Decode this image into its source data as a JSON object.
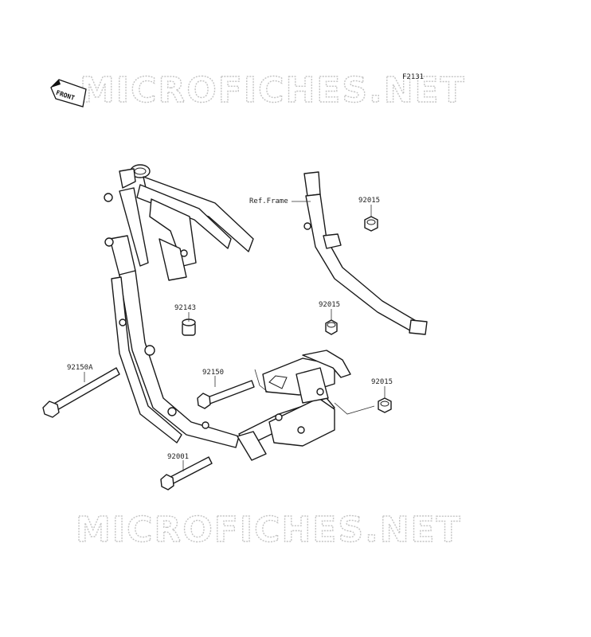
{
  "diagram": {
    "code": "F2131",
    "watermark": "MICROFICHES.NET",
    "front_label": "FRONT",
    "ref_label": "Ref.Frame",
    "parts": [
      {
        "id": "92015",
        "name": "nut-92015-top"
      },
      {
        "id": "92143",
        "name": "collar-92143"
      },
      {
        "id": "92015",
        "name": "nut-92015-middle"
      },
      {
        "id": "92150A",
        "name": "bolt-92150a"
      },
      {
        "id": "92150",
        "name": "bolt-92150"
      },
      {
        "id": "92015",
        "name": "nut-92015-right"
      },
      {
        "id": "92001",
        "name": "bolt-92001"
      }
    ]
  }
}
